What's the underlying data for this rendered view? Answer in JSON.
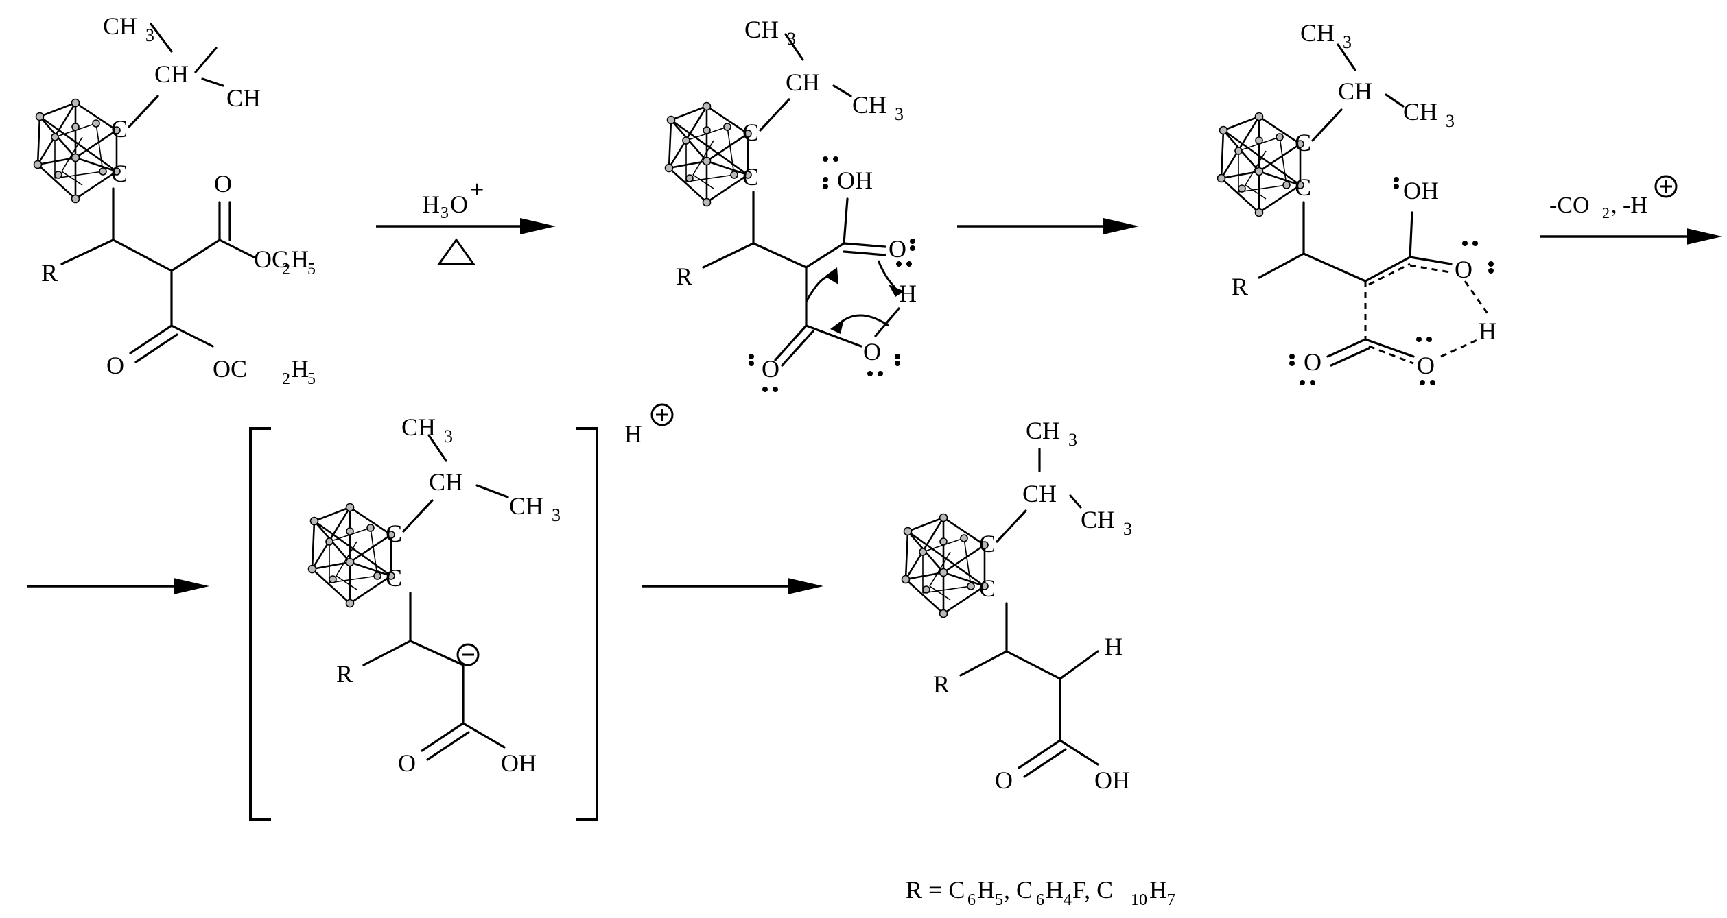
{
  "atoms": {
    "ch3": "CH",
    "three": "3",
    "ch": "CH",
    "c": "C",
    "r": "R",
    "o": "O",
    "oc": "OC",
    "two": "2",
    "h5": "H",
    "five": "5",
    "oh": "OH",
    "h": "H"
  },
  "reagents": {
    "step1_top": "H",
    "step1_sub": "3",
    "step1_o": "O",
    "step1_plus": "+",
    "step3": "-CO",
    "step3_sub": "2",
    "step3_rest": ", -H"
  },
  "proton": "H",
  "footnote": {
    "r_eq": "R = C",
    "s1": "6",
    "h1": "H",
    "s2": "5",
    "c2": ", C",
    "s3": "6",
    "h2": "H",
    "s4": "4",
    "f": "F, C",
    "s5": "10",
    "h3": "H",
    "s6": "7"
  }
}
